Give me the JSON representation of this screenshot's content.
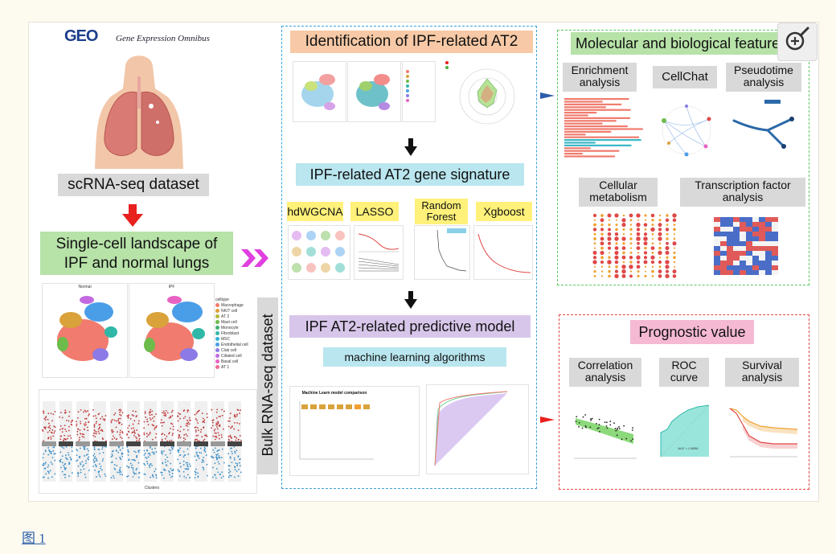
{
  "figure": {
    "caption_link": "图 1",
    "colors": {
      "blue_dash": "#3aa0d8",
      "green_dash": "#5cc85c",
      "red_dash": "#e04848",
      "arrow_red": "#e8201e",
      "arrow_pink": "#e040e0"
    }
  },
  "left": {
    "geo_logo": "GEO",
    "geo_subtitle": "Gene Expression Omnibus",
    "scrna_label": "scRNA-seq dataset",
    "landscape_title_1": "Single-cell landscape of",
    "landscape_title_2": "IPF and normal lungs",
    "umap_titles": [
      "Normal",
      "IPF"
    ],
    "celltype_header": "celltype",
    "celltypes": [
      {
        "name": "Macrophage",
        "color": "#f07b6e"
      },
      {
        "name": "NK/T cell",
        "color": "#d9a23a"
      },
      {
        "name": "AT 2",
        "color": "#b5b83a"
      },
      {
        "name": "Mast cell",
        "color": "#6dbb4a"
      },
      {
        "name": "Monocyte",
        "color": "#3bb273"
      },
      {
        "name": "Fibroblast",
        "color": "#2fb8a8"
      },
      {
        "name": "MSC",
        "color": "#2eb5d6"
      },
      {
        "name": "Endothelial cell",
        "color": "#4a9ee8"
      },
      {
        "name": "Club cell",
        "color": "#8c7ae6"
      },
      {
        "name": "Ciliated cell",
        "color": "#c36ae0"
      },
      {
        "name": "Basal cell",
        "color": "#e862c2"
      },
      {
        "name": "AT 1",
        "color": "#f06a98"
      }
    ],
    "bulk_label": "Bulk RNA-seq dataset",
    "volcano_xlabel": "Clusters"
  },
  "middle": {
    "title_identification": "Identification of IPF-related AT2",
    "signature_title": "IPF-related AT2 gene signature",
    "methods": [
      "hdWGCNA",
      "LASSO",
      "Random Forest",
      "Xgboost"
    ],
    "model_title": "IPF AT2-related predictive model",
    "ml_label": "machine learning algorithms",
    "ml_chart_title": "Machine Learn model comparison"
  },
  "right_top": {
    "title": "Molecular and biological features",
    "analyses": [
      "Enrichment analysis",
      "CellChat",
      "Pseudotime analysis",
      "Cellular metabolism",
      "Transcription factor analysis"
    ]
  },
  "right_bottom": {
    "title": "Prognostic value",
    "analyses": [
      "Correlation analysis",
      "ROC curve",
      "Survival analysis"
    ],
    "roc_auc": "AUC = 0.8056"
  },
  "zoom": {
    "icon": "zoom-in-icon"
  }
}
